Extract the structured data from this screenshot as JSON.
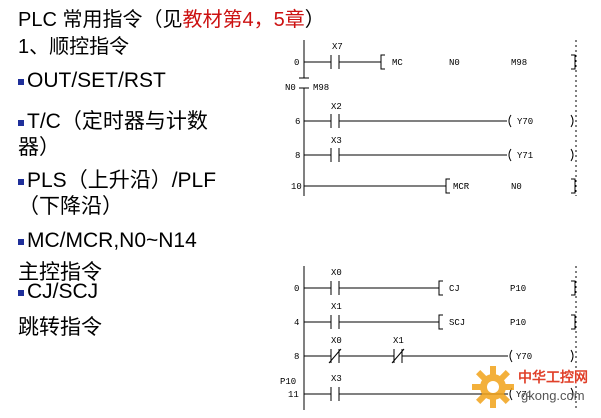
{
  "title": {
    "prefix": "PLC 常用指令（见",
    "highlight": "教材第4，5章",
    "suffix": "）"
  },
  "subtitle": "1、顺控指令",
  "bullets": [
    {
      "line1": "OUT/SET/RST"
    },
    {
      "line1": "T/C（定时器与计数",
      "line2": "器）"
    },
    {
      "line1": "PLS（上升沿）/PLF",
      "line2": "（下降沿）"
    },
    {
      "line1": "MC/MCR,N0~N14"
    }
  ],
  "mc_label": "主控指令",
  "cj_bullet": "CJ/SCJ",
  "jump_label": "跳转指令",
  "ladder_top": {
    "step_0": "0",
    "contact_x7": "X7",
    "mc_instr": "MC",
    "mc_n": "N0",
    "mc_m": "M98",
    "nest_n": "N0",
    "nest_m": "M98",
    "step_6": "6",
    "contact_x2": "X2",
    "coil_y70": "Y70",
    "step_8": "8",
    "contact_x3": "X3",
    "coil_y71": "Y71",
    "step_10": "10",
    "mcr_instr": "MCR",
    "mcr_n": "N0"
  },
  "ladder_bottom": {
    "step_0": "0",
    "contact_x0": "X0",
    "cj_instr": "CJ",
    "cj_p": "P10",
    "step_4": "4",
    "contact_x1": "X1",
    "scj_instr": "SCJ",
    "scj_p": "P10",
    "step_8": "8",
    "contact_x0b": "X0",
    "contact_x1b": "X1",
    "coil_y70": "Y70",
    "pointer": "P10",
    "step_11": "11",
    "contact_x3": "X3",
    "coil_y71": "Y71"
  },
  "watermark": {
    "cn": "中华工控网",
    "en": "gkong.com"
  }
}
